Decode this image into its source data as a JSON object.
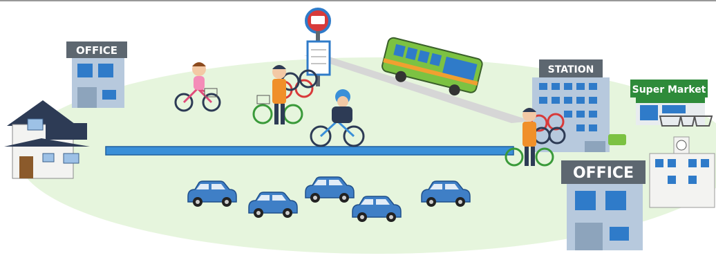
{
  "labels": {
    "office_small": "OFFICE",
    "office_large": "OFFICE",
    "station": "STATION",
    "supermarket": "Super Market"
  },
  "colors": {
    "ground": "#e6f5dd",
    "road": "#3a8fd8",
    "car": "#3f7fc6",
    "sign_bg": "#5d6770",
    "bus": "#7cc242",
    "bus_sign": "#d83a3a",
    "building": "#b7c9dd",
    "window": "#2f7bc9"
  },
  "icons": [
    "house-icon",
    "office-building-icon",
    "bus-stop-sign-icon",
    "bus-icon",
    "station-building-icon",
    "supermarket-icon",
    "school-building-icon",
    "car-icon",
    "bicycle-icon",
    "cyclist-icon",
    "parked-bicycles-icon",
    "person-icon"
  ]
}
